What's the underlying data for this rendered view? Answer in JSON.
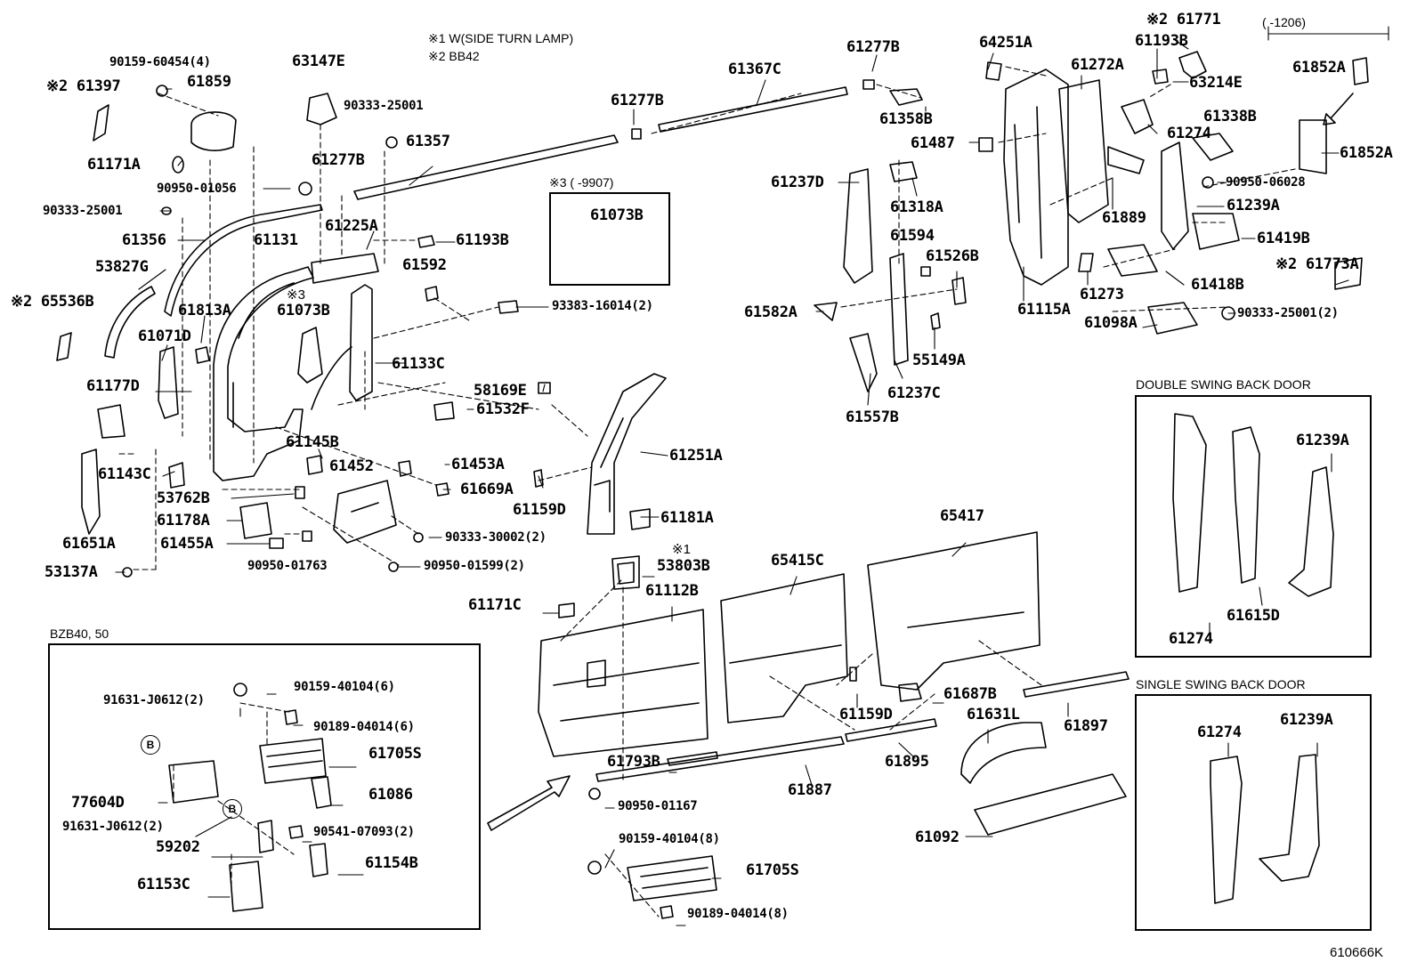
{
  "notes": {
    "n1": "※1 W(SIDE TURN LAMP)",
    "n2": "※2 BB42",
    "n3": "※3 (     -9907)",
    "n4": "(     -1206)",
    "bzb": "BZB40, 50",
    "double": "DOUBLE SWING BACK DOOR",
    "single": "SINGLE SWING BACK DOOR",
    "code": "610666K",
    "m1": "※1",
    "m2": "※2",
    "m3": "※3",
    "circle": "B"
  },
  "labels": {
    "p90159_60454": "90159-60454(4)",
    "p61397": "※2 61397",
    "p61859": "61859",
    "p63147E": "63147E",
    "p90333_25001a": "90333-25001",
    "p61171A": "61171A",
    "p90950_01056": "90950-01056",
    "p90333_25001b": "90333-25001",
    "p61356": "61356",
    "p53827G": "53827G",
    "p65536B": "※2 65536B",
    "p61813A": "61813A",
    "p61071D": "61071D",
    "p61177D": "61177D",
    "p61143C": "61143C",
    "p53762B": "53762B",
    "p61178A": "61178A",
    "p61651A": "61651A",
    "p61455A": "61455A",
    "p53137A": "53137A",
    "p90950_01763": "90950-01763",
    "p61131": "61131",
    "p61225A": "61225A",
    "p61073Bb": "61073B",
    "p61277Ba": "61277B",
    "p61357": "61357",
    "p61193Ba": "61193B",
    "p61592": "61592",
    "p93383": "93383-16014(2)",
    "p61133C": "61133C",
    "p61145B": "61145B",
    "p61452": "61452",
    "p61453A": "61453A",
    "p61669A": "61669A",
    "p90333_30002": "90333-30002(2)",
    "p90950_01599": "90950-01599(2)",
    "p61073B": "61073B",
    "p61277Bb": "61277B",
    "p61367C": "61367C",
    "p61277Bc": "61277B",
    "p61358B": "61358B",
    "p61487": "61487",
    "p58169E": "58169E",
    "p61532F": "61532F",
    "p61251A": "61251A",
    "p61159Da": "61159D",
    "p61181A": "61181A",
    "p61237D": "61237D",
    "p61318A": "61318A",
    "p61594": "61594",
    "p61526B": "61526B",
    "p61582A": "61582A",
    "p55149A": "55149A",
    "p61237C": "61237C",
    "p61557B": "61557B",
    "p64251A": "64251A",
    "p61771": "※2 61771",
    "p61193Bb": "61193B",
    "p61272A": "61272A",
    "p63214E": "63214E",
    "p61852Aa": "61852A",
    "p61852Ab": "61852A",
    "p61274": "61274",
    "p61338B": "61338B",
    "p90950_06028": "90950-06028",
    "p61239Aa": "61239A",
    "p61889": "61889",
    "p61419B": "61419B",
    "p61773A": "※2 61773A",
    "p61115A": "61115A",
    "p61273": "61273",
    "p61418B": "61418B",
    "p61098A": "61098A",
    "p90333_25001c": "90333-25001(2)",
    "p53803B": "53803B",
    "p61171C": "61171C",
    "p61112B": "61112B",
    "p65415C": "65415C",
    "p65417": "65417",
    "p61159Db": "61159D",
    "p61687B": "61687B",
    "p61631L": "61631L",
    "p61897": "61897",
    "p61793B": "61793B",
    "p61887": "61887",
    "p61895": "61895",
    "p90950_01167": "90950-01167",
    "p61092": "61092",
    "p90159_40104a": "90159-40104(6)",
    "p91631a": "91631-J0612(2)",
    "p90189_04014a": "90189-04014(6)",
    "p61705Sa": "61705S",
    "p77604D": "77604D",
    "p61086": "61086",
    "p91631b": "91631-J0612(2)",
    "p90541": "90541-07093(2)",
    "p59202": "59202",
    "p61154B": "61154B",
    "p61153C": "61153C",
    "p90159_40104b": "90159-40104(8)",
    "p61705Sb": "61705S",
    "p90189_04014b": "90189-04014(8)",
    "p61274d": "61274",
    "p61615D": "61615D",
    "p61239Ad": "61239A",
    "p61274s": "61274",
    "p61239As": "61239A"
  }
}
